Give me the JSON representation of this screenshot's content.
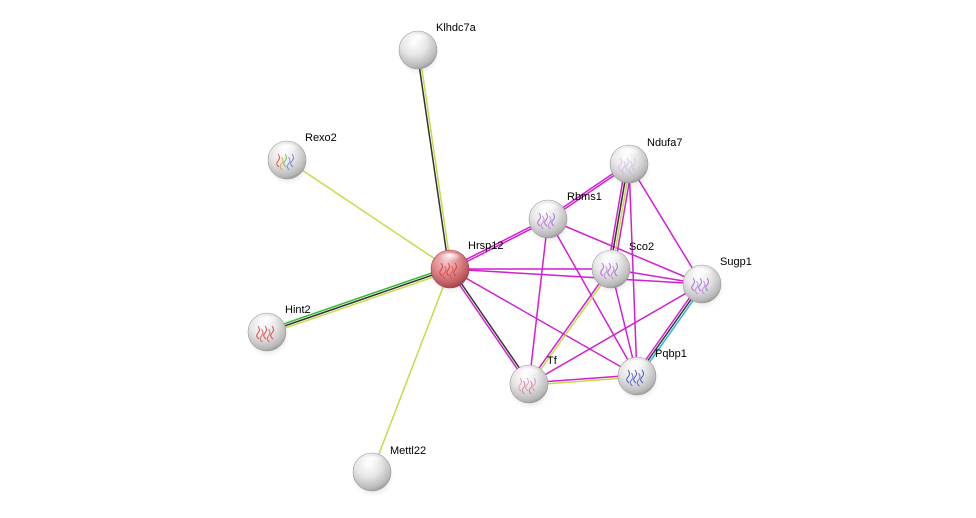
{
  "diagram": {
    "type": "protein-interaction-network",
    "query_node": "Hrsp12",
    "colors": {
      "query_node": "#d9777c",
      "other_node": "#e8e8e8",
      "edge_textmining": "#c6db45",
      "edge_coexpression": "#333333",
      "edge_experiments": "#d11fd1",
      "edge_database": "#29b6d6",
      "edge_neighborhood": "#2ebd2e"
    },
    "nodes": [
      {
        "id": "Klhdc7a",
        "label": "Klhdc7a",
        "query": false,
        "structure": "none"
      },
      {
        "id": "Rexo2",
        "label": "Rexo2",
        "query": false,
        "structure": "rainbow"
      },
      {
        "id": "Hrsp12",
        "label": "Hrsp12",
        "query": true,
        "structure": "red"
      },
      {
        "id": "Hint2",
        "label": "Hint2",
        "query": false,
        "structure": "red"
      },
      {
        "id": "Mettl22",
        "label": "Mettl22",
        "query": false,
        "structure": "none"
      },
      {
        "id": "Ndufa7",
        "label": "Ndufa7",
        "query": false,
        "structure": "faint-purple"
      },
      {
        "id": "Rbms1",
        "label": "Rbms1",
        "query": false,
        "structure": "purple"
      },
      {
        "id": "Sco2",
        "label": "Sco2",
        "query": false,
        "structure": "purple"
      },
      {
        "id": "Sugp1",
        "label": "Sugp1",
        "query": false,
        "structure": "purple"
      },
      {
        "id": "Pqbp1",
        "label": "Pqbp1",
        "query": false,
        "structure": "blue"
      },
      {
        "id": "Tf",
        "label": "Tf",
        "query": false,
        "structure": "pink"
      }
    ],
    "edges": [
      {
        "source": "Hrsp12",
        "target": "Klhdc7a",
        "evidence": [
          "coexpression",
          "textmining"
        ]
      },
      {
        "source": "Hrsp12",
        "target": "Rexo2",
        "evidence": [
          "textmining"
        ]
      },
      {
        "source": "Hrsp12",
        "target": "Hint2",
        "evidence": [
          "textmining",
          "coexpression",
          "neighborhood"
        ]
      },
      {
        "source": "Hrsp12",
        "target": "Mettl22",
        "evidence": [
          "textmining"
        ]
      },
      {
        "source": "Hrsp12",
        "target": "Rbms1",
        "evidence": [
          "experiments",
          "experiments"
        ]
      },
      {
        "source": "Hrsp12",
        "target": "Sco2",
        "evidence": [
          "experiments"
        ]
      },
      {
        "source": "Hrsp12",
        "target": "Sugp1",
        "evidence": [
          "experiments"
        ]
      },
      {
        "source": "Hrsp12",
        "target": "Pqbp1",
        "evidence": [
          "experiments"
        ]
      },
      {
        "source": "Hrsp12",
        "target": "Tf",
        "evidence": [
          "coexpression",
          "experiments"
        ]
      },
      {
        "source": "Rbms1",
        "target": "Ndufa7",
        "evidence": [
          "experiments",
          "experiments"
        ]
      },
      {
        "source": "Rbms1",
        "target": "Sugp1",
        "evidence": [
          "experiments"
        ]
      },
      {
        "source": "Rbms1",
        "target": "Tf",
        "evidence": [
          "experiments"
        ]
      },
      {
        "source": "Rbms1",
        "target": "Pqbp1",
        "evidence": [
          "experiments"
        ]
      },
      {
        "source": "Ndufa7",
        "target": "Sco2",
        "evidence": [
          "experiments",
          "textmining",
          "coexpression",
          "experiments"
        ]
      },
      {
        "source": "Ndufa7",
        "target": "Sugp1",
        "evidence": [
          "experiments"
        ]
      },
      {
        "source": "Ndufa7",
        "target": "Pqbp1",
        "evidence": [
          "experiments"
        ]
      },
      {
        "source": "Sco2",
        "target": "Sugp1",
        "evidence": [
          "experiments"
        ]
      },
      {
        "source": "Sco2",
        "target": "Tf",
        "evidence": [
          "textmining",
          "experiments"
        ]
      },
      {
        "source": "Sco2",
        "target": "Pqbp1",
        "evidence": [
          "experiments"
        ]
      },
      {
        "source": "Sugp1",
        "target": "Pqbp1",
        "evidence": [
          "database",
          "coexpression",
          "experiments"
        ]
      },
      {
        "source": "Sugp1",
        "target": "Tf",
        "evidence": [
          "experiments"
        ]
      },
      {
        "source": "Tf",
        "target": "Pqbp1",
        "evidence": [
          "experiments",
          "textmining"
        ]
      }
    ]
  }
}
